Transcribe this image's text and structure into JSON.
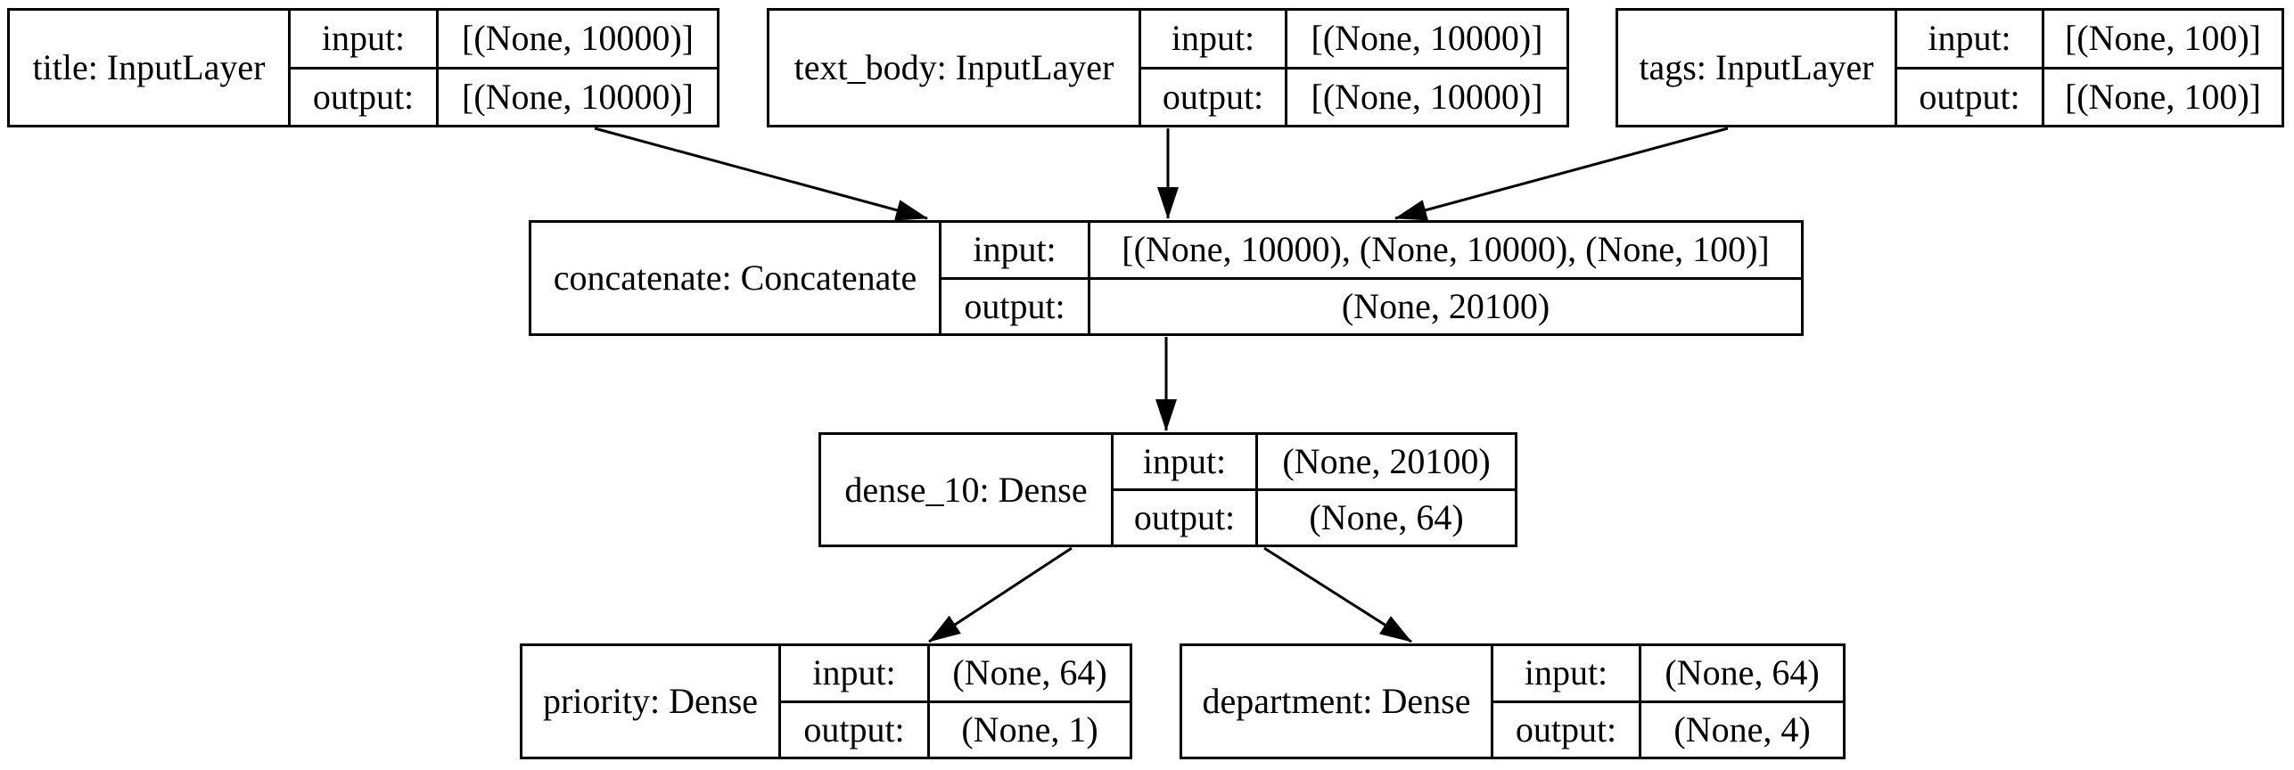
{
  "labels": {
    "input": "input:",
    "output": "output:"
  },
  "nodes": [
    {
      "id": "title",
      "name": "title: InputLayer",
      "input_shape": "[(None, 10000)]",
      "output_shape": "[(None, 10000)]"
    },
    {
      "id": "text_body",
      "name": "text_body: InputLayer",
      "input_shape": "[(None, 10000)]",
      "output_shape": "[(None, 10000)]"
    },
    {
      "id": "tags",
      "name": "tags: InputLayer",
      "input_shape": "[(None, 100)]",
      "output_shape": "[(None, 100)]"
    },
    {
      "id": "concatenate",
      "name": "concatenate: Concatenate",
      "input_shape": "[(None, 10000), (None, 10000), (None, 100)]",
      "output_shape": "(None, 20100)"
    },
    {
      "id": "dense_10",
      "name": "dense_10: Dense",
      "input_shape": "(None, 20100)",
      "output_shape": "(None, 64)"
    },
    {
      "id": "priority",
      "name": "priority: Dense",
      "input_shape": "(None, 64)",
      "output_shape": "(None, 1)"
    },
    {
      "id": "department",
      "name": "department: Dense",
      "input_shape": "(None, 64)",
      "output_shape": "(None, 4)"
    }
  ],
  "connections": [
    {
      "from": "title",
      "to": "concatenate"
    },
    {
      "from": "text_body",
      "to": "concatenate"
    },
    {
      "from": "tags",
      "to": "concatenate"
    },
    {
      "from": "concatenate",
      "to": "dense_10"
    },
    {
      "from": "dense_10",
      "to": "priority"
    },
    {
      "from": "dense_10",
      "to": "department"
    }
  ],
  "colors": {
    "background": "#ffffff",
    "border": "#000000",
    "text": "#000000"
  }
}
